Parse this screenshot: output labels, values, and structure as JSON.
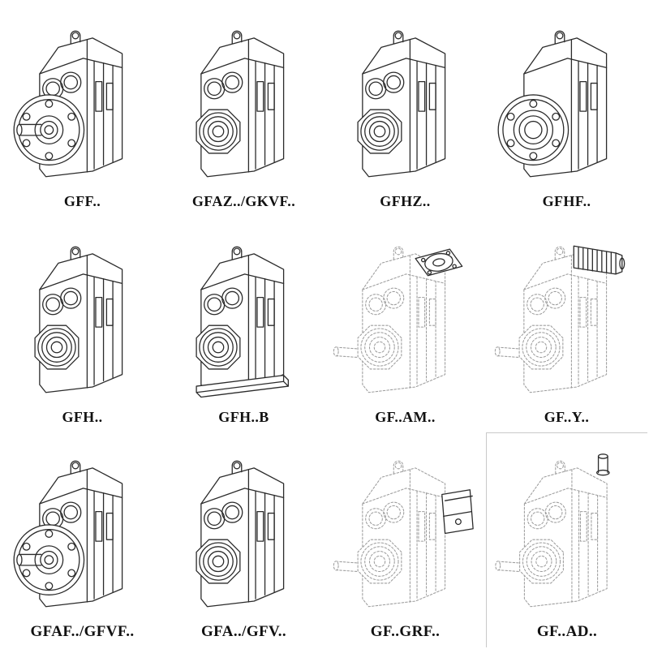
{
  "page": {
    "background": "#ffffff"
  },
  "colors": {
    "solid_line": "#2b2b2b",
    "reference_line": "#9d9d9d",
    "label_text": "#111111"
  },
  "catalog": {
    "items": [
      {
        "label": "GFF..",
        "drawing": "flange-output-gearbox-with-shaft",
        "line_style": "solid"
      },
      {
        "label": "GFAZ../GKVF..",
        "drawing": "hollow-bore-gearbox",
        "line_style": "solid"
      },
      {
        "label": "GFHZ..",
        "drawing": "hollow-bore-gearbox",
        "line_style": "solid"
      },
      {
        "label": "GFHF..",
        "drawing": "flange-mounted-hollow-bore-gearbox",
        "line_style": "solid"
      },
      {
        "label": "GFH..",
        "drawing": "shaft-mounted-gearbox",
        "line_style": "solid"
      },
      {
        "label": "GFH..B",
        "drawing": "shaft-mounted-gearbox-with-base",
        "line_style": "solid"
      },
      {
        "label": "GF..AM..",
        "drawing": "gearbox-with-input-flange-adapter",
        "line_style": "dashed-body-solid-adapter"
      },
      {
        "label": "GF..Y..",
        "drawing": "gearbox-with-input-motor",
        "line_style": "dashed-body-solid-motor"
      },
      {
        "label": "GFAF../GFVF..",
        "drawing": "flange-output-gearbox-with-shaft",
        "line_style": "solid"
      },
      {
        "label": "GFA../GFV..",
        "drawing": "hollow-bore-gearbox",
        "line_style": "solid"
      },
      {
        "label": "GF..GRF..",
        "drawing": "gearbox-with-side-adapter-box",
        "line_style": "dashed-body-solid-adapter"
      },
      {
        "label": "GF..AD..",
        "drawing": "gearbox-with-top-input-shaft",
        "line_style": "dashed-body-solid-shaft"
      }
    ]
  }
}
